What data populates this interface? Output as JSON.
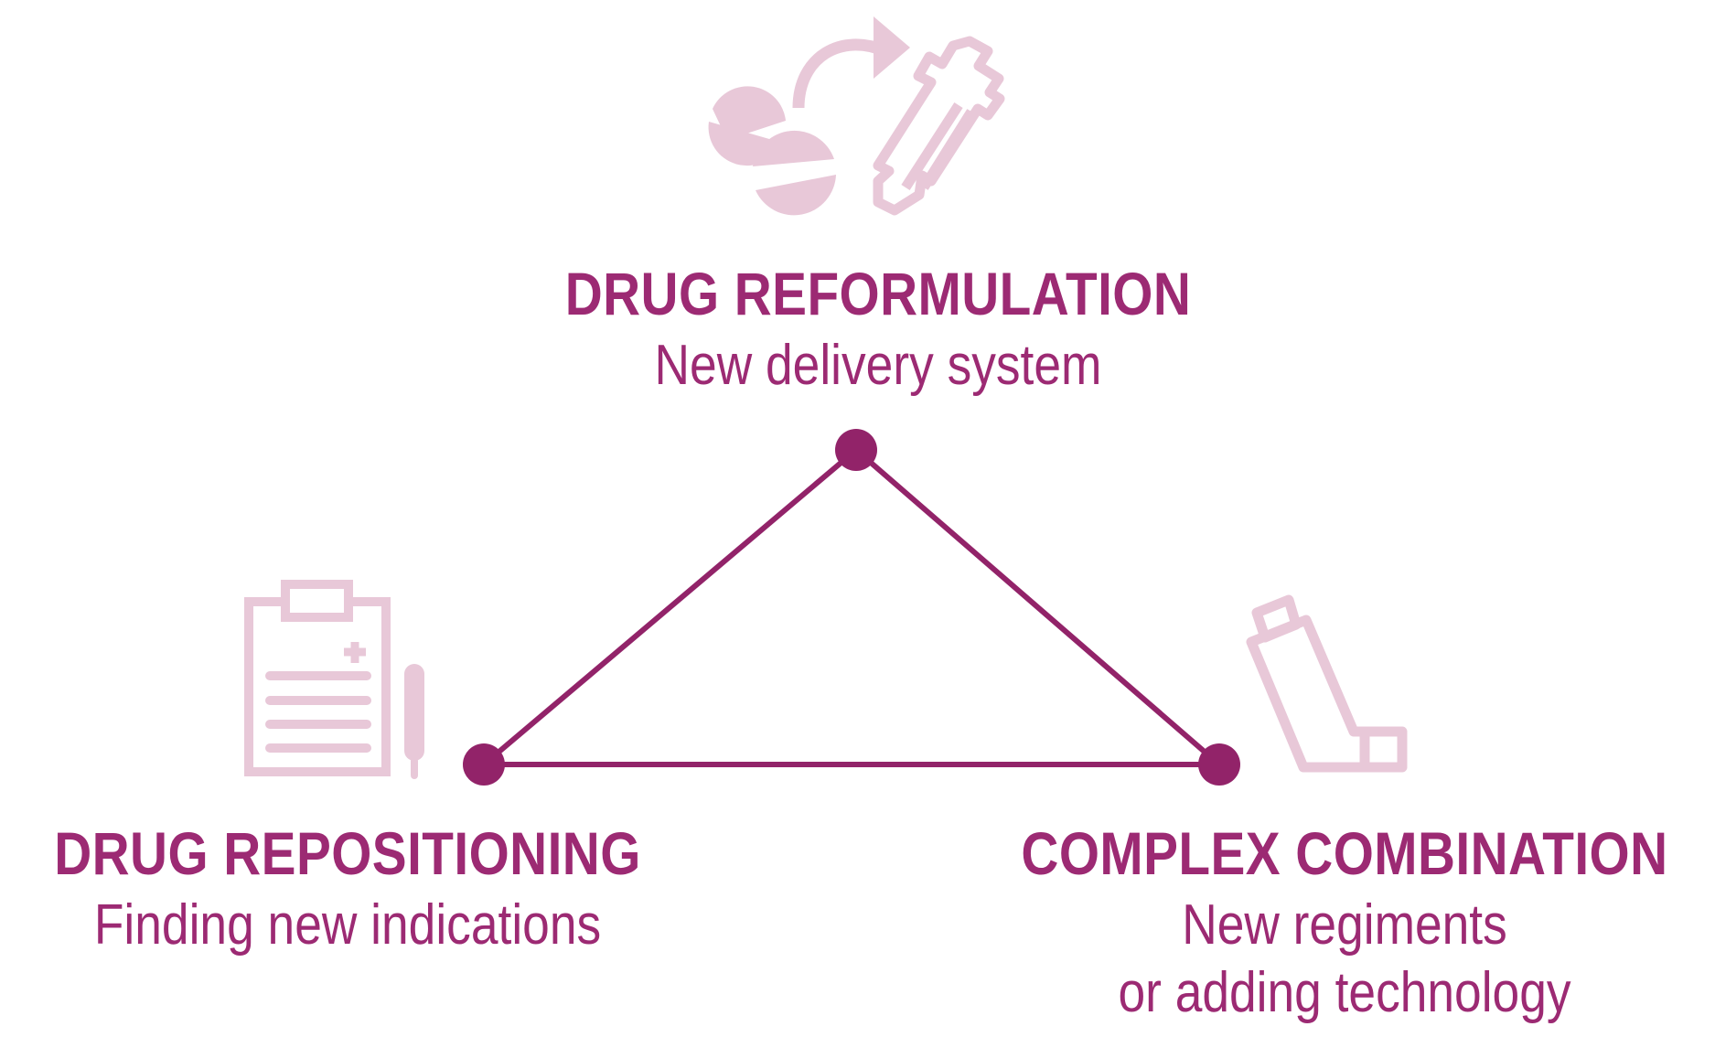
{
  "colors": {
    "accent": "#922369",
    "text": "#9c2a73",
    "icon": "#e8c8d8"
  },
  "nodes": {
    "top": {
      "title": "DRUG REFORMULATION",
      "subtitle": "New delivery system",
      "icon": "pills-to-injector-icon"
    },
    "left": {
      "title": "DRUG REPOSITIONING",
      "subtitle": "Finding new indications",
      "icon": "clipboard-with-pen-icon"
    },
    "right": {
      "title": "COMPLEX COMBINATION",
      "subtitle_line1": "New regiments",
      "subtitle_line2": "or adding technology",
      "icon": "inhaler-icon"
    }
  }
}
